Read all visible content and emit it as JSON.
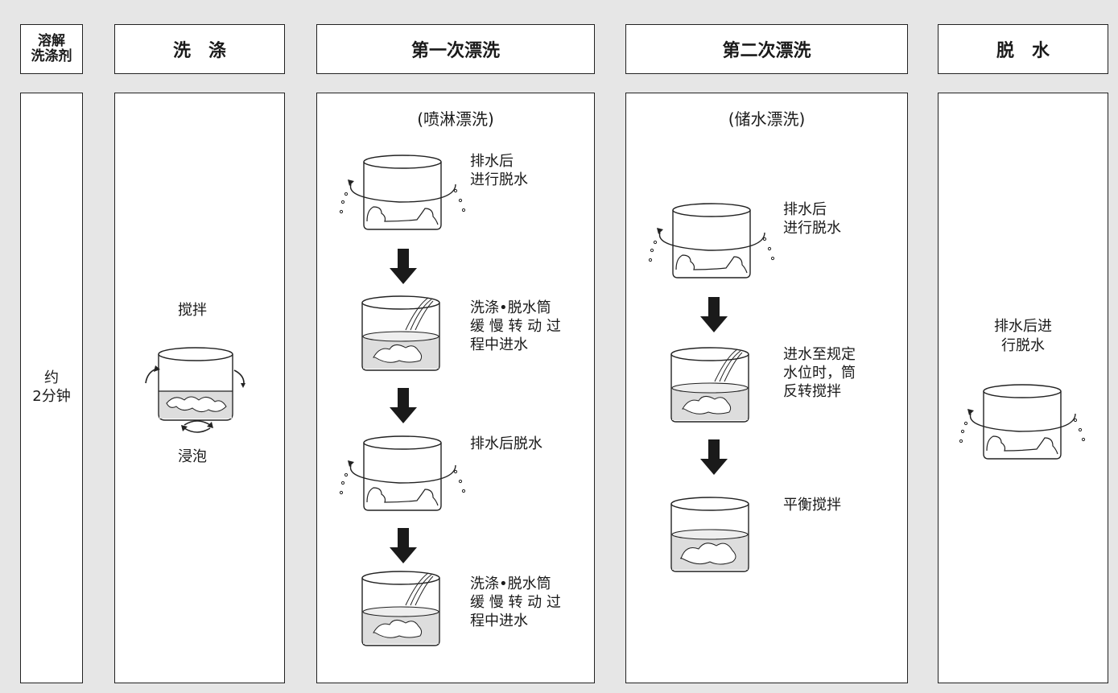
{
  "headers": {
    "dissolve_line1": "溶解",
    "dissolve_line2": "洗涤剂",
    "wash": "洗　涤",
    "rinse1": "第一次漂洗",
    "rinse2": "第二次漂洗",
    "spin": "脱　水"
  },
  "dissolve": {
    "line1": "约",
    "line2": "2分钟"
  },
  "wash": {
    "stir_label": "搅拌",
    "soak_label": "浸泡"
  },
  "rinse1": {
    "subtitle": "(喷淋漂洗)",
    "steps": [
      {
        "line1": "排水后",
        "line2": "进行脱水"
      },
      {
        "line1": "洗涤•脱水筒",
        "line2": "缓 慢 转 动 过",
        "line3": "程中进水"
      },
      {
        "line1": "排水后脱水"
      },
      {
        "line1": "洗涤•脱水筒",
        "line2": "缓 慢 转 动 过",
        "line3": "程中进水"
      }
    ]
  },
  "rinse2": {
    "subtitle": "(储水漂洗)",
    "steps": [
      {
        "line1": "排水后",
        "line2": "进行脱水"
      },
      {
        "line1": "进水至规定",
        "line2": "水位时，筒",
        "line3": "反转搅拌"
      },
      {
        "line1": "平衡搅拌"
      }
    ]
  },
  "spin": {
    "line1": "排水后进",
    "line2": "行脱水"
  }
}
